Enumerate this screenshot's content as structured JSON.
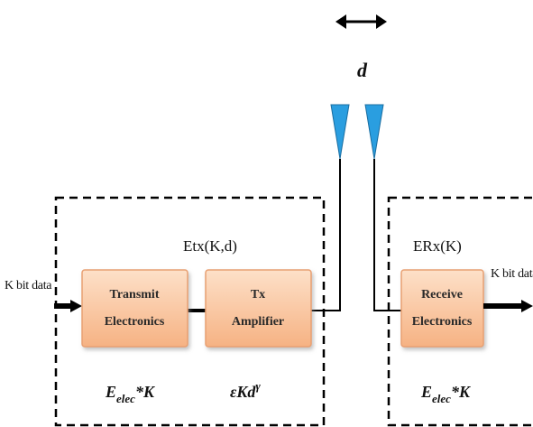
{
  "distance": {
    "symbol": "d"
  },
  "transmitter": {
    "energy_label": "Etx(K,d)",
    "input_label": "K bit data",
    "electronics": {
      "line1": "Transmit",
      "line2": "Electronics"
    },
    "amplifier": {
      "line1": "Tx",
      "line2": "Amplifier"
    },
    "electronics_energy": {
      "base": "E",
      "sub": "elec",
      "rest": "*K"
    },
    "amplifier_energy": {
      "base": "εKd",
      "exponent": "γ"
    }
  },
  "receiver": {
    "energy_label": "ERx(K)",
    "output_label": "K bit data",
    "electronics": {
      "line1": "Receive",
      "line2": "Electronics"
    },
    "electronics_energy": {
      "base": "E",
      "sub": "elec",
      "rest": "*K"
    }
  },
  "colors": {
    "block_fill_top": "#fde0c8",
    "block_fill_bottom": "#f6b283",
    "block_stroke": "#e8a072",
    "antenna": "#2a9ee0",
    "line": "#000000"
  }
}
